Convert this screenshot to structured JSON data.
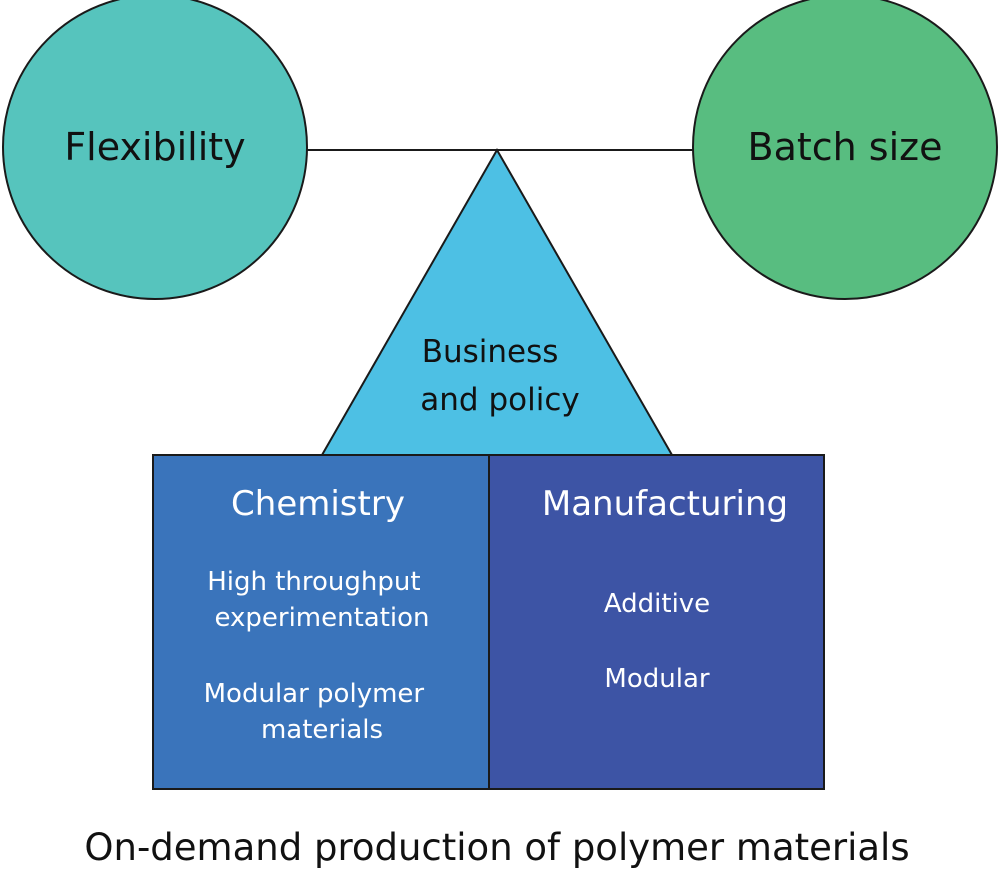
{
  "balance": {
    "left_circle": {
      "label": "Flexibility",
      "color": "#56c4bd"
    },
    "right_circle": {
      "label": "Batch size",
      "color": "#58bd80"
    },
    "fulcrum": {
      "lines": [
        "Business",
        "and policy"
      ],
      "color": "#4dc0e4"
    }
  },
  "base": {
    "chemistry": {
      "title": "Chemistry",
      "color": "#3a74bb",
      "items": [
        [
          "High throughput",
          "experimentation"
        ],
        [
          "Modular polymer",
          "materials"
        ]
      ]
    },
    "manufacturing": {
      "title": "Manufacturing",
      "color": "#3d54a5",
      "items": [
        [
          "Additive"
        ],
        [
          "Modular"
        ]
      ]
    }
  },
  "caption": "On-demand production of polymer materials"
}
